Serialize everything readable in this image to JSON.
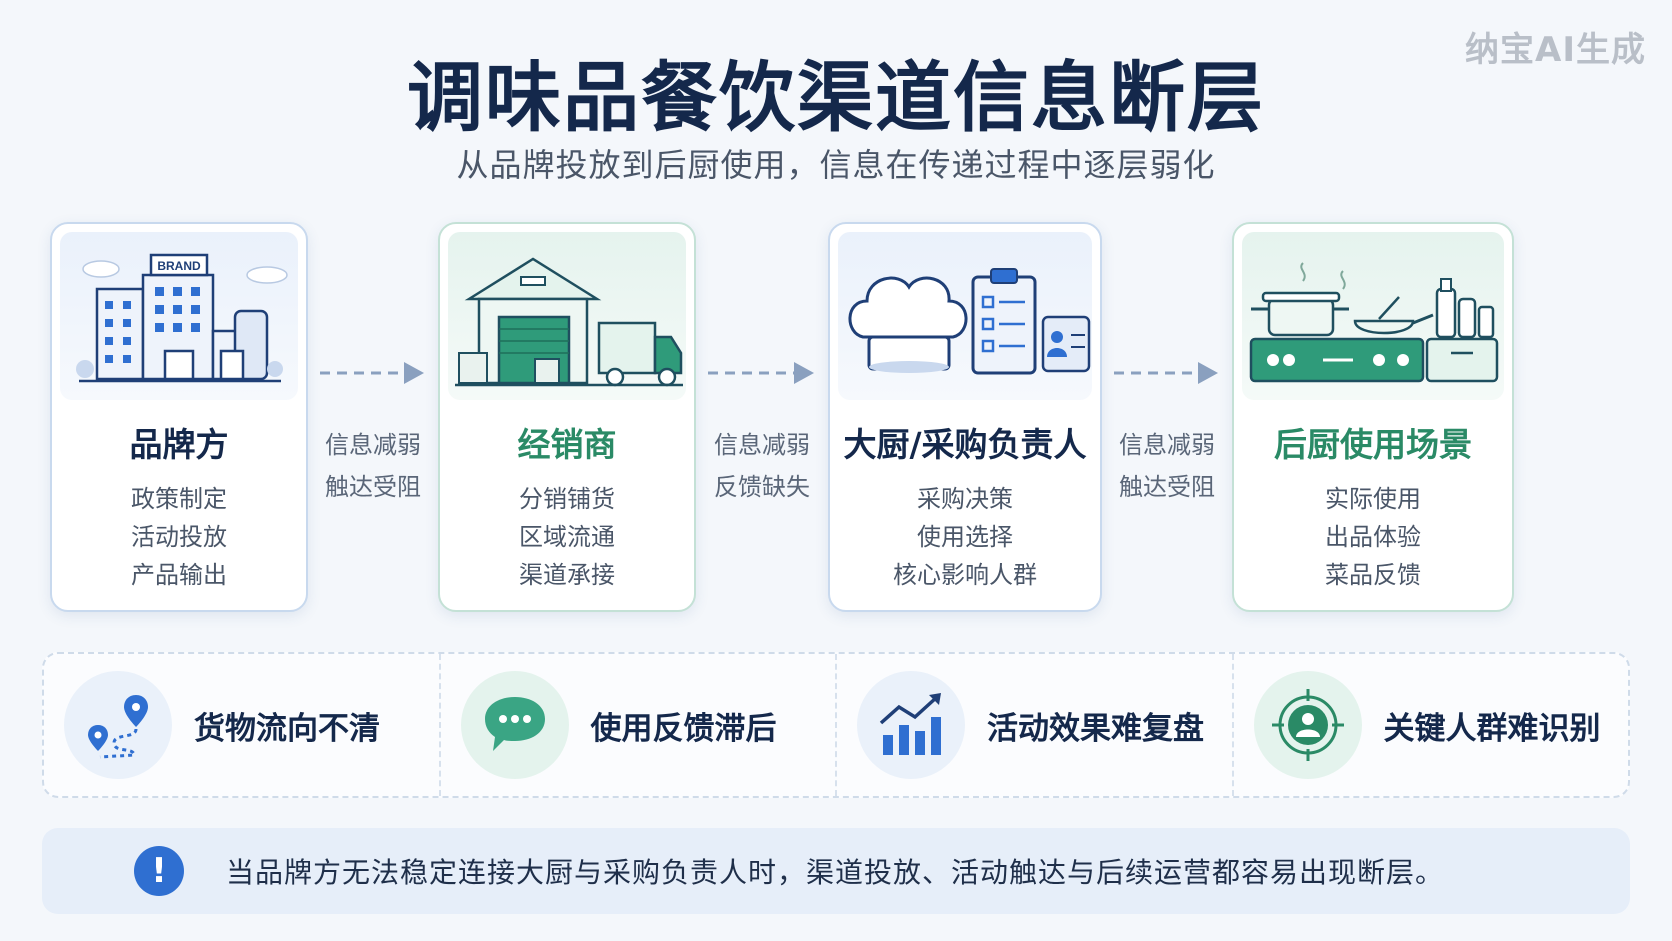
{
  "watermark": "纳宝AI生成",
  "header": {
    "title": "调味品餐饮渠道信息断层",
    "subtitle": "从品牌投放到后厨使用，信息在传递过程中逐层弱化"
  },
  "stages": [
    {
      "title": "品牌方",
      "items": [
        "政策制定",
        "活动投放",
        "产品输出"
      ],
      "badge": "BRAND"
    },
    {
      "title": "经销商",
      "items": [
        "分销铺货",
        "区域流通",
        "渠道承接"
      ]
    },
    {
      "title": "大厨/采购负责人",
      "items": [
        "采购决策",
        "使用选择",
        "核心影响人群"
      ]
    },
    {
      "title": "后厨使用场景",
      "items": [
        "实际使用",
        "出品体验",
        "菜品反馈"
      ]
    }
  ],
  "connectors": [
    {
      "line1": "信息减弱",
      "line2": "触达受阻"
    },
    {
      "line1": "信息减弱",
      "line2": "反馈缺失"
    },
    {
      "line1": "信息减弱",
      "line2": "触达受阻"
    }
  ],
  "problems": [
    {
      "label": "货物流向不清",
      "icon": "route-map-icon"
    },
    {
      "label": "使用反馈滞后",
      "icon": "chat-bubble-icon"
    },
    {
      "label": "活动效果难复盘",
      "icon": "bar-chart-trend-icon"
    },
    {
      "label": "关键人群难识别",
      "icon": "target-person-icon"
    }
  ],
  "notice": {
    "text": "当品牌方无法稳定连接大厨与采购负责人时，渠道投放、活动触达与后续运营都容易出现断层。",
    "icon": "!"
  },
  "colors": {
    "navy": "#14284b",
    "blue": "#2f6fd1",
    "green": "#2a8a66"
  }
}
